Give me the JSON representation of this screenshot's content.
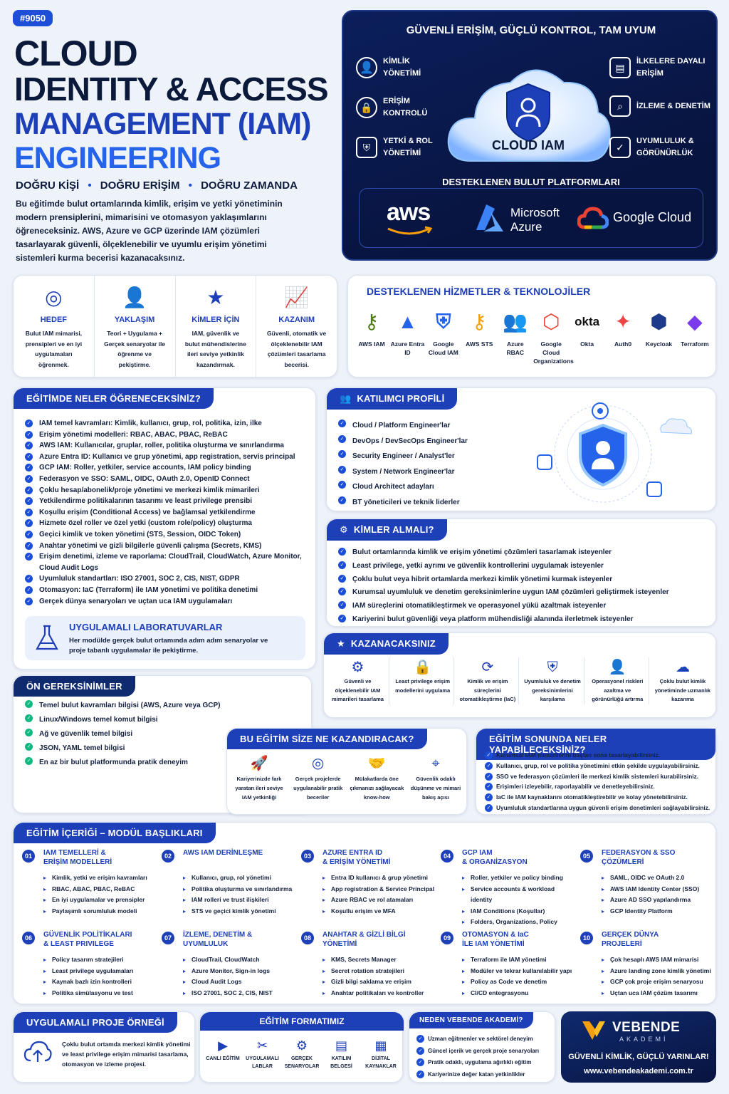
{
  "badge": "#9050",
  "hero": {
    "title1": "CLOUD",
    "title2": "IDENTITY & ACCESS",
    "title3": "MANAGEMENT (IAM)",
    "title4": "ENGINEERING",
    "tagline": [
      "DOĞRU KİŞİ",
      "DOĞRU ERİŞİM",
      "DOĞRU ZAMANDA"
    ],
    "description": "Bu eğitimde bulut ortamlarında kimlik, erişim ve yetki yönetiminin modern prensiplerini, mimarisini ve otomasyon yaklaşımlarını öğreneceksiniz. AWS, Azure ve GCP üzerinde IAM çözümleri tasarlayarak güvenli, ölçeklenebilir ve uyumlu erişim yönetimi sistemleri kurma becerisi kazanacaksınız."
  },
  "diagram": {
    "headline": "GÜVENLİ ERİŞİM, GÜÇLÜ KONTROL, TAM UYUM",
    "left": [
      "KİMLİK YÖNETİMİ",
      "ERİŞİM KONTROLÜ",
      "YETKİ & ROL YÖNETİMİ"
    ],
    "right": [
      "İLKELERE DAYALI ERİŞİM",
      "İZLEME & DENETİM",
      "UYUMLULUK & GÖRÜNÜRLÜK"
    ],
    "center": "CLOUD IAM",
    "platforms_title": "DESTEKLENEN BULUT PLATFORMLARI",
    "platforms": {
      "aws": "aws",
      "azure1": "Microsoft",
      "azure2": "Azure",
      "gcp": "Google Cloud"
    }
  },
  "pillars": [
    {
      "title": "HEDEF",
      "text": "Bulut IAM mimarisi, prensipleri ve en iyi uygulamaları öğrenmek."
    },
    {
      "title": "YAKLAŞIM",
      "text": "Teori + Uygulama + Gerçek senaryolar ile öğrenme ve pekiştirme."
    },
    {
      "title": "KİMLER İÇİN",
      "text": "IAM, güvenlik ve bulut mühendislerine ileri seviye yetkinlik kazandırmak."
    },
    {
      "title": "KAZANIM",
      "text": "Güvenli, otomatik ve ölçeklenebilir IAM çözümleri tasarlama becerisi."
    }
  ],
  "tech": {
    "title": "DESTEKLENEN HİZMETLER & TEKNOLOJİLER",
    "items": [
      "AWS IAM",
      "Azure Entra ID",
      "Google Cloud IAM",
      "AWS STS",
      "Azure RBAC",
      "Google Cloud Organizations",
      "Okta",
      "Auth0",
      "Keycloak",
      "Terraform"
    ],
    "okta_logo": "okta"
  },
  "learn": {
    "title": "EĞİTİMDE NELER ÖĞRENECEKSİNİZ?",
    "items": [
      "IAM temel kavramları: Kimlik, kullanıcı, grup, rol, politika, izin, ilke",
      "Erişim yönetimi modelleri: RBAC, ABAC, PBAC, ReBAC",
      "AWS IAM: Kullanıcılar, gruplar, roller, politika oluşturma ve sınırlandırma",
      "Azure Entra ID: Kullanıcı ve grup yönetimi, app registration, servis principal",
      "GCP IAM: Roller, yetkiler, service accounts, IAM policy binding",
      "Federasyon ve SSO: SAML, OIDC, OAuth 2.0, OpenID Connect",
      "Çoklu hesap/abonelik/proje yönetimi ve merkezi kimlik mimarileri",
      "Yetkilendirme politikalarının tasarımı ve least privilege prensibi",
      "Koşullu erişim (Conditional Access) ve bağlamsal yetkilendirme",
      "Hizmete özel roller ve özel yetki (custom role/policy) oluşturma",
      "Geçici kimlik ve token yönetimi (STS, Session, OIDC Token)",
      "Anahtar yönetimi ve gizli bilgilerle güvenli çalışma (Secrets, KMS)",
      "Erişim denetimi, izleme ve raporlama: CloudTrail, CloudWatch, Azure Monitor, Cloud Audit Logs",
      "Uyumluluk standartları: ISO 27001, SOC 2, CIS, NIST, GDPR",
      "Otomasyon: IaC (Terraform) ile IAM yönetimi ve politika denetimi",
      "Gerçek dünya senaryoları ve uçtan uca IAM uygulamaları"
    ],
    "lab_title": "UYGULAMALI LABORATUVARLAR",
    "lab_text": "Her modülde gerçek bulut ortamında adım adım senaryolar ve proje tabanlı uygulamalar ile pekiştirme."
  },
  "profile": {
    "title": "KATILIMCI PROFİLİ",
    "items": [
      "Cloud / Platform Engineer'lar",
      "DevOps / DevSecOps Engineer'lar",
      "Security Engineer / Analyst'ler",
      "System / Network Engineer'lar",
      "Cloud Architect adayları",
      "BT yöneticileri ve teknik liderler"
    ]
  },
  "who": {
    "title": "KİMLER ALMALI?",
    "items": [
      "Bulut ortamlarında kimlik ve erişim yönetimi çözümleri tasarlamak isteyenler",
      "Least privilege, yetki ayrımı ve güvenlik kontrollerini uygulamak isteyenler",
      "Çoklu bulut veya hibrit ortamlarda merkezi kimlik yönetimi kurmak isteyenler",
      "Kurumsal uyumluluk ve denetim gereksinimlerine uygun IAM çözümleri geliştirmek isteyenler",
      "IAM süreçlerini otomatikleştirmek ve operasyonel yükü azaltmak isteyenler",
      "Kariyerini bulut güvenliği veya platform mühendisliği alanında ilerletmek isteyenler"
    ]
  },
  "gain": {
    "title": "KAZANACAKSINIZ",
    "items": [
      "Güvenli ve ölçeklenebilir IAM mimarileri tasarlama",
      "Least privilege erişim modellerini uygulama",
      "Kimlik ve erişim süreçlerini otomatikleştirme (IaC)",
      "Uyumluluk ve denetim gereksinimlerini karşılama",
      "Operasyonel riskleri azaltma ve görünürlüğü artırma",
      "Çoklu bulut kimlik yönetiminde uzmanlık kazanma"
    ]
  },
  "prereq": {
    "title": "ÖN GEREKSİNİMLER",
    "items": [
      "Temel bulut kavramları bilgisi (AWS, Azure veya GCP)",
      "Linux/Windows temel komut bilgisi",
      "Ağ ve güvenlik temel bilgisi",
      "JSON, YAML temel bilgisi",
      "En az bir bulut platformunda pratik deneyim"
    ]
  },
  "benefit": {
    "title": "BU EĞİTİM SİZE NE KAZANDIRACAK?",
    "items": [
      "Kariyerinizde fark yaratan ileri seviye IAM yetkinliği",
      "Gerçek projelerde uygulanabilir pratik beceriler",
      "Mülakatlarda öne çıkmanızı sağlayacak know-how",
      "Güvenlik odaklı düşünme ve mimari bakış açısı"
    ]
  },
  "outcome": {
    "title": "EĞİTİM SONUNDA NELER YAPABİLECEKSİNİZ?",
    "items": [
      "Kurumsal IAM mimarilerini baştan sona tasarlayabilirsiniz.",
      "Kullanıcı, grup, rol ve politika yönetimini etkin şekilde uygulayabilirsiniz.",
      "SSO ve federasyon çözümleri ile merkezi kimlik sistemleri kurabilirsiniz.",
      "Erişimleri izleyebilir, raporlayabilir ve denetleyebilirsiniz.",
      "IaC ile IAM kaynaklarını otomatikleştirebilir ve kolay yönetebilirsiniz.",
      "Uyumluluk standartlarına uygun güvenli erişim denetimleri sağlayabilirsiniz."
    ]
  },
  "modules": {
    "title": "EĞİTİM İÇERİĞİ – MODÜL BAŞLIKLARI",
    "items": [
      {
        "num": "01",
        "t1": "IAM TEMELLERİ &",
        "t2": "ERİŞİM MODELLERİ",
        "list": [
          "Kimlik, yetki ve erişim kavramları",
          "RBAC, ABAC, PBAC, ReBAC",
          "En iyi uygulamalar ve prensipler",
          "Paylaşımlı sorumluluk modeli"
        ]
      },
      {
        "num": "02",
        "t1": "AWS IAM DERİNLEŞME",
        "t2": "",
        "list": [
          "Kullanıcı, grup, rol yönetimi",
          "Politika oluşturma ve sınırlandırma",
          "IAM rolleri ve trust ilişkileri",
          "STS ve geçici kimlik yönetimi"
        ]
      },
      {
        "num": "03",
        "t1": "AZURE ENTRA ID",
        "t2": "& ERİŞİM YÖNETİMİ",
        "list": [
          "Entra ID kullanıcı & grup yönetimi",
          "App registration & Service Principal",
          "Azure RBAC ve rol atamaları",
          "Koşullu erişim ve MFA"
        ]
      },
      {
        "num": "04",
        "t1": "GCP IAM",
        "t2": "& ORGANİZASYON",
        "list": [
          "Roller, yetkiler ve policy binding",
          "Service accounts & workload identity",
          "IAM Conditions (Koşullar)",
          "Folders, Organizations, Policy"
        ]
      },
      {
        "num": "05",
        "t1": "FEDERASYON & SSO",
        "t2": "ÇÖZÜMLERİ",
        "list": [
          "SAML, OIDC ve OAuth 2.0",
          "AWS IAM Identity Center (SSO)",
          "Azure AD SSO yapılandırma",
          "GCP Identity Platform"
        ]
      },
      {
        "num": "06",
        "t1": "GÜVENLİK POLİTİKALARI",
        "t2": "& LEAST PRIVILEGE",
        "list": [
          "Policy tasarım stratejileri",
          "Least privilege uygulamaları",
          "Kaynak bazlı izin kontrolleri",
          "Politika simülasyonu ve test"
        ]
      },
      {
        "num": "07",
        "t1": "İZLEME, DENETİM &",
        "t2": "UYUMLULUK",
        "list": [
          "CloudTrail, CloudWatch",
          "Azure Monitor, Sign-in logs",
          "Cloud Audit Logs",
          "ISO 27001, SOC 2, CIS, NIST"
        ]
      },
      {
        "num": "08",
        "t1": "ANAHTAR & GİZLİ BİLGİ",
        "t2": "YÖNETİMİ",
        "list": [
          "KMS, Secrets Manager",
          "Secret rotation stratejileri",
          "Gizli bilgi saklama ve erişim",
          "Anahtar politikaları ve kontroller"
        ]
      },
      {
        "num": "09",
        "t1": "OTOMASYON & IaC",
        "t2": "İLE IAM YÖNETİMİ",
        "list": [
          "Terraform ile IAM yönetimi",
          "Modüler ve tekrar kullanılabilir yapı",
          "Policy as Code ve denetim",
          "CI/CD entegrasyonu"
        ]
      },
      {
        "num": "10",
        "t1": "GERÇEK DÜNYA",
        "t2": "PROJELERİ",
        "list": [
          "Çok hesaplı AWS IAM mimarisi",
          "Azure landing zone kimlik yönetimi",
          "GCP çok proje erişim senaryosu",
          "Uçtan uca IAM çözüm tasarımı"
        ]
      }
    ]
  },
  "project": {
    "title": "UYGULAMALI PROJE ÖRNEĞİ",
    "text": "Çoklu bulut ortamda merkezi kimlik yönetimi ve least privilege erişim mimarisi tasarlama, otomasyon ve izleme projesi."
  },
  "format": {
    "title": "EĞİTİM FORMATIMIZ",
    "items": [
      "CANLI EĞİTİM",
      "UYGULAMALI LABLAR",
      "GERÇEK SENARYOLAR",
      "KATILIM BELGESİ",
      "DİJİTAL KAYNAKLAR"
    ]
  },
  "why": {
    "title": "NEDEN VEBENDE AKADEMİ?",
    "items": [
      "Uzman eğitmenler ve sektörel deneyim",
      "Güncel içerik ve gerçek proje senaryoları",
      "Pratik odaklı, uygulama ağırlıklı eğitim",
      "Kariyerinize değer katan yetkinlikler"
    ]
  },
  "brand": {
    "name": "VEBENDE",
    "sub": "AKADEMİ",
    "slogan": "GÜVENLİ KİMLİK, GÜÇLÜ YARINLAR!",
    "url": "www.vebendeakademi.com.tr"
  },
  "colors": {
    "navy": "#0b1a3a",
    "blue": "#1d4ed8",
    "panel": "#0a1a4a",
    "orange": "#f59e0b",
    "green": "#10b981"
  }
}
